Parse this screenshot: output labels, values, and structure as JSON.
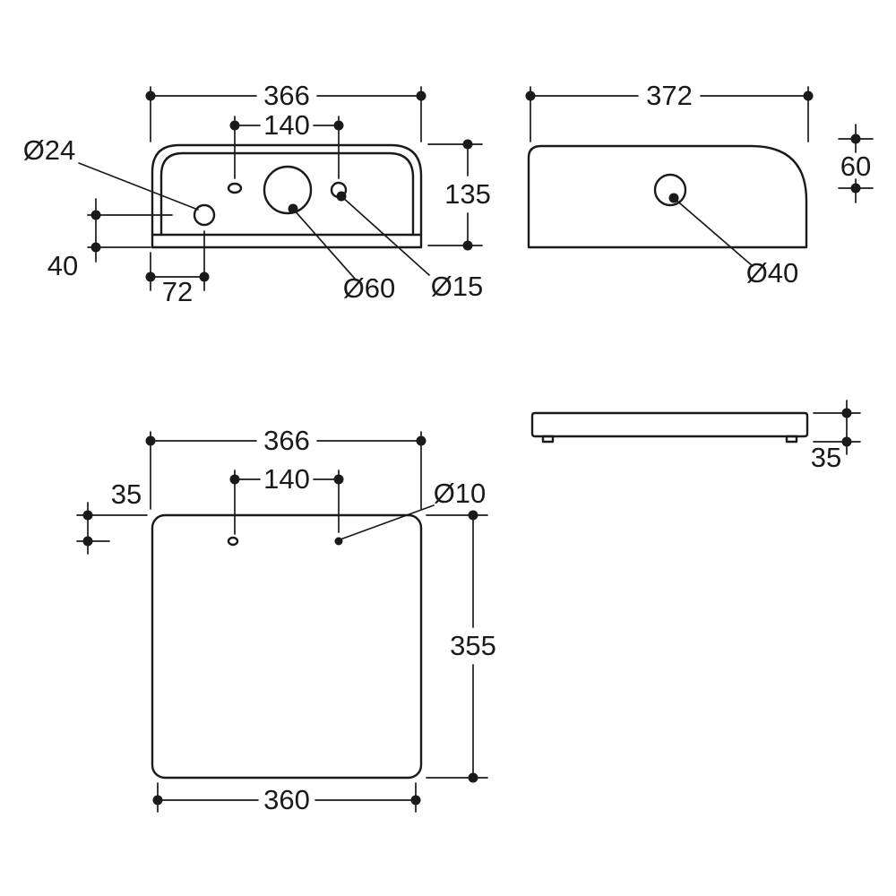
{
  "drawing": {
    "type": "technical-dimension-drawing",
    "subject": "cistern / tank with lid, four orthographic views",
    "line_color": "#1a1a1a",
    "background": "#ffffff"
  },
  "views": {
    "front": {
      "name": "front view (top-left)",
      "dim_width_top": "366",
      "dim_hole_spacing": "140",
      "dim_height": "135",
      "dim_base_height": "40",
      "dim_hole_left_offset": "72",
      "label_hole_left": "Ø24",
      "label_hole_center": "Ø60",
      "label_hole_right": "Ø15"
    },
    "side": {
      "name": "side view (top-right)",
      "dim_width": "372",
      "dim_top_height": "60",
      "label_hole": "Ø40"
    },
    "lid": {
      "name": "lid profile (bottom-right)",
      "dim_thickness": "35"
    },
    "plan": {
      "name": "plan view (bottom-left)",
      "dim_width_top": "366",
      "dim_hole_spacing": "140",
      "dim_hole_edge_offset": "35",
      "label_hole": "Ø10",
      "dim_depth": "355",
      "dim_width_bottom": "360"
    }
  }
}
